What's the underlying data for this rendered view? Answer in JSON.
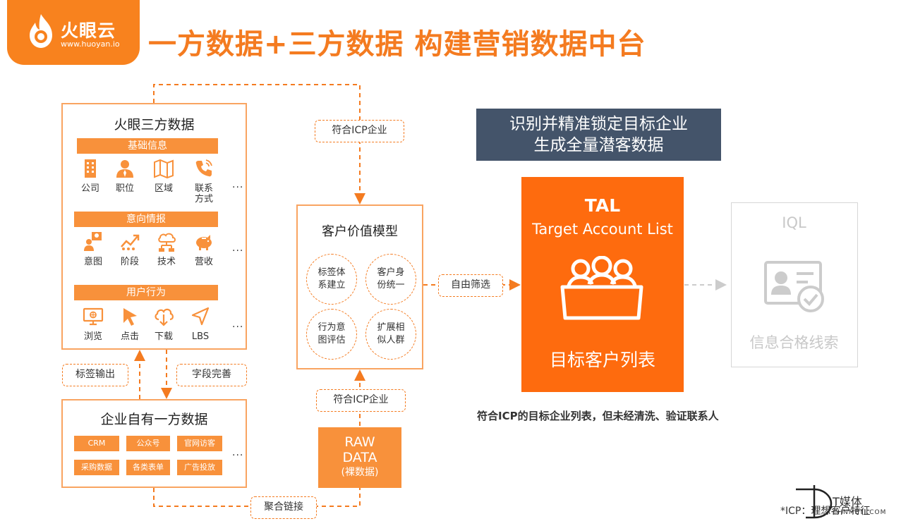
{
  "brand": {
    "name": "火眼云",
    "url": "www.huoyan.io"
  },
  "title": "一方数据+三方数据 构建营销数据中台",
  "third_party": {
    "title": "火眼三方数据",
    "sections": [
      {
        "label": "基础信息",
        "items": [
          {
            "icon": "building-icon",
            "label": "公司"
          },
          {
            "icon": "person-icon",
            "label": "职位"
          },
          {
            "icon": "map-icon",
            "label": "区域"
          },
          {
            "icon": "phone-icon",
            "label": "联系\n方式"
          }
        ]
      },
      {
        "label": "意向情报",
        "items": [
          {
            "icon": "idea-person-icon",
            "label": "意图"
          },
          {
            "icon": "growth-icon",
            "label": "阶段"
          },
          {
            "icon": "cloud-network-icon",
            "label": "技术"
          },
          {
            "icon": "piggy-bank-icon",
            "label": "营收"
          }
        ]
      },
      {
        "label": "用户行为",
        "items": [
          {
            "icon": "monitor-icon",
            "label": "浏览"
          },
          {
            "icon": "cursor-icon",
            "label": "点击"
          },
          {
            "icon": "cloud-download-icon",
            "label": "下载"
          },
          {
            "icon": "location-arrow-icon",
            "label": "LBS"
          }
        ]
      }
    ],
    "more": "..."
  },
  "tags": {
    "icp_top": "符合ICP企业",
    "icp_bottom": "符合ICP企业",
    "label_output": "标签输出",
    "field_complete": "字段完善",
    "free_filter": "自由筛选",
    "aggregate_link": "聚合链接"
  },
  "model": {
    "title": "客户价值模型",
    "circles": [
      "标签体\n系建立",
      "客户身\n份统一",
      "行为意\n图评估",
      "扩展相\n似人群"
    ]
  },
  "raw": {
    "line1": "RAW",
    "line2": "DATA",
    "line3": "(裸数据)"
  },
  "first_party": {
    "title": "企业自有一方数据",
    "chips": [
      "CRM",
      "公众号",
      "官网访客",
      "采购数据",
      "各类表单",
      "广告投放"
    ],
    "more": "..."
  },
  "banner": {
    "line1": "识别并精准锁定目标企业",
    "line2": "生成全量潜客数据"
  },
  "tal": {
    "abbr": "TAL",
    "full": "Target Account List",
    "cn": "目标客户列表"
  },
  "tal_note": "符合ICP的目标企业列表，但未经清洗、验证联系人",
  "iql": {
    "abbr": "IQL",
    "cn": "信息合格线索"
  },
  "footnote": "*ICP：理想客户特征",
  "watermark": {
    "name": "T媒体",
    "url": "CHNMETI.COM"
  },
  "colors": {
    "accent": "#f47b20",
    "tal_bg": "#fe6b0e",
    "banner_bg": "#44546a",
    "iql_gray": "#cccccc"
  }
}
